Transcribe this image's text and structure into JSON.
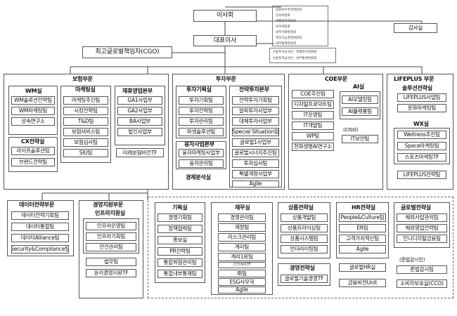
{
  "board": "이사회",
  "committees": [
    "임원보수추천위원회",
    "감사위원회",
    "위험관리위원회",
    "보수위원회",
    "내부거래위원회",
    "지속가능경영위원회",
    "내부통제위원회"
  ],
  "audit_office": "감사실",
  "ceo": "대표이사",
  "sub_committees": [
    "신용투자심사단 · 위험관리위원회",
    "신용투자심사단 · 내부통제위원회"
  ],
  "cgo": "최고글로벌책임자(CGO)",
  "insurance": {
    "title": "보험부문",
    "wm": {
      "title": "WM실",
      "items": [
        "WM솔루션전략팀",
        "WM마케팅팀",
        "상속연구소"
      ]
    },
    "cx": {
      "title": "CX전략실",
      "items": [
        "라이프솔루션팀",
        "브랜드전략팀"
      ]
    },
    "marketing": {
      "title": "마케팅실",
      "items": [
        "마케팅추진팀",
        "시장전략팀",
        "T&D팀",
        "보험서비스팀",
        "보험심사팀",
        "SIU팀"
      ]
    },
    "reinsurance": {
      "title": "재휴영업본부",
      "items": [
        "GA1사업부",
        "GA2사업부",
        "BA사업부",
        "법인사업부"
      ],
      "tf": "미래보험비전TF"
    }
  },
  "investment": {
    "title": "투자부문",
    "planning": {
      "title": "투자기획실",
      "items": [
        "투자기획팀",
        "투자전략팀",
        "투자관리팀",
        "파생솔루션팀"
      ]
    },
    "financing": {
      "title": "융자사업본부",
      "items": [
        "융자마케팅사업부",
        "융자관리팀"
      ]
    },
    "strategy": {
      "title": "전략투자본부",
      "items": [
        "전략투자기획팀",
        "알파투자사업부",
        "대체투자사업부",
        "Special Situation팀",
        "글로벌1사업부",
        "글로벌시너지추진팀",
        "투자심사팀",
        "특별계정사업부",
        "Agile"
      ]
    },
    "econ": "경제분석실"
  },
  "coe": {
    "title": "COE부문",
    "items": [
      "COE추진팀",
      "디지털프로덕트팀",
      "IT운영팀",
      "IT개발팀",
      "WP팀",
      "한화생명AI연구소"
    ],
    "ai": {
      "title": "AI실",
      "items": [
        "AI모델링팀",
        "AI플랫폼팀"
      ]
    },
    "ciso": "(CISO)",
    "security": "IT보안팀"
  },
  "lifeplus": {
    "title": "LIFEPLUS 부문",
    "solution": {
      "title": "솔루션전략실",
      "items": [
        "LIFEPLUS사업팀",
        "문화마케팅팀"
      ]
    },
    "wx": {
      "title": "WX실",
      "items": [
        "Wellness추진팀",
        "Space마케팅팀",
        "스포츠마케팅TF"
      ]
    },
    "extra": "LIFEPLUS전략팀"
  },
  "data": {
    "title": "데이터전략부문",
    "items": [
      "데이터전략기획팀",
      "데이터통합팀",
      "데이터Alliance팀",
      "Security&Compliance팀"
    ]
  },
  "support": {
    "title": "경영지원부문",
    "infra": {
      "title": "인프라지원실",
      "items": [
        "인프라운영팀",
        "인프라기획팀",
        "안전관리팀"
      ]
    },
    "legal": "법무팀",
    "ethics": "윤리경영지원TF"
  },
  "planning_office": {
    "title": "기획실",
    "items": [
      "경영기획팀",
      "정책협력팀",
      "홍보실",
      "PR전략팀",
      "통합위험관리팀",
      "통합내부통제팀"
    ]
  },
  "finance": {
    "title": "재무실",
    "items": [
      "경영관리팀",
      "재정팀",
      "리스크관리팀",
      "계리팀",
      "계리1원팀",
      "건전계리TF",
      "IR팀",
      "ESG사무국",
      "Agile"
    ]
  },
  "product": {
    "title": "상품전략실",
    "items": [
      "상품개발팀",
      "상품프라이싱팀",
      "상품시스템팀",
      "언더라이팅팀"
    ]
  },
  "mgmt_strategy": {
    "title": "경영전략실",
    "items": [
      "글로벌기술경영TF"
    ]
  },
  "hr": {
    "title": "HR전략실",
    "items": [
      "People&Culture팀",
      "ER팀",
      "고객가치혁신팀",
      "Agile"
    ],
    "extra": [
      "글로벌HR실",
      "금융비전Unit"
    ]
  },
  "global": {
    "title": "글로벌전략실",
    "items": [
      "해외사업관리팀",
      "해외영업전략팀",
      "인니디지털금융팀"
    ],
    "extra_label": "(준법감시인)",
    "compliance": "준법감시팀",
    "cco": "소비자보호실(CCO)"
  }
}
